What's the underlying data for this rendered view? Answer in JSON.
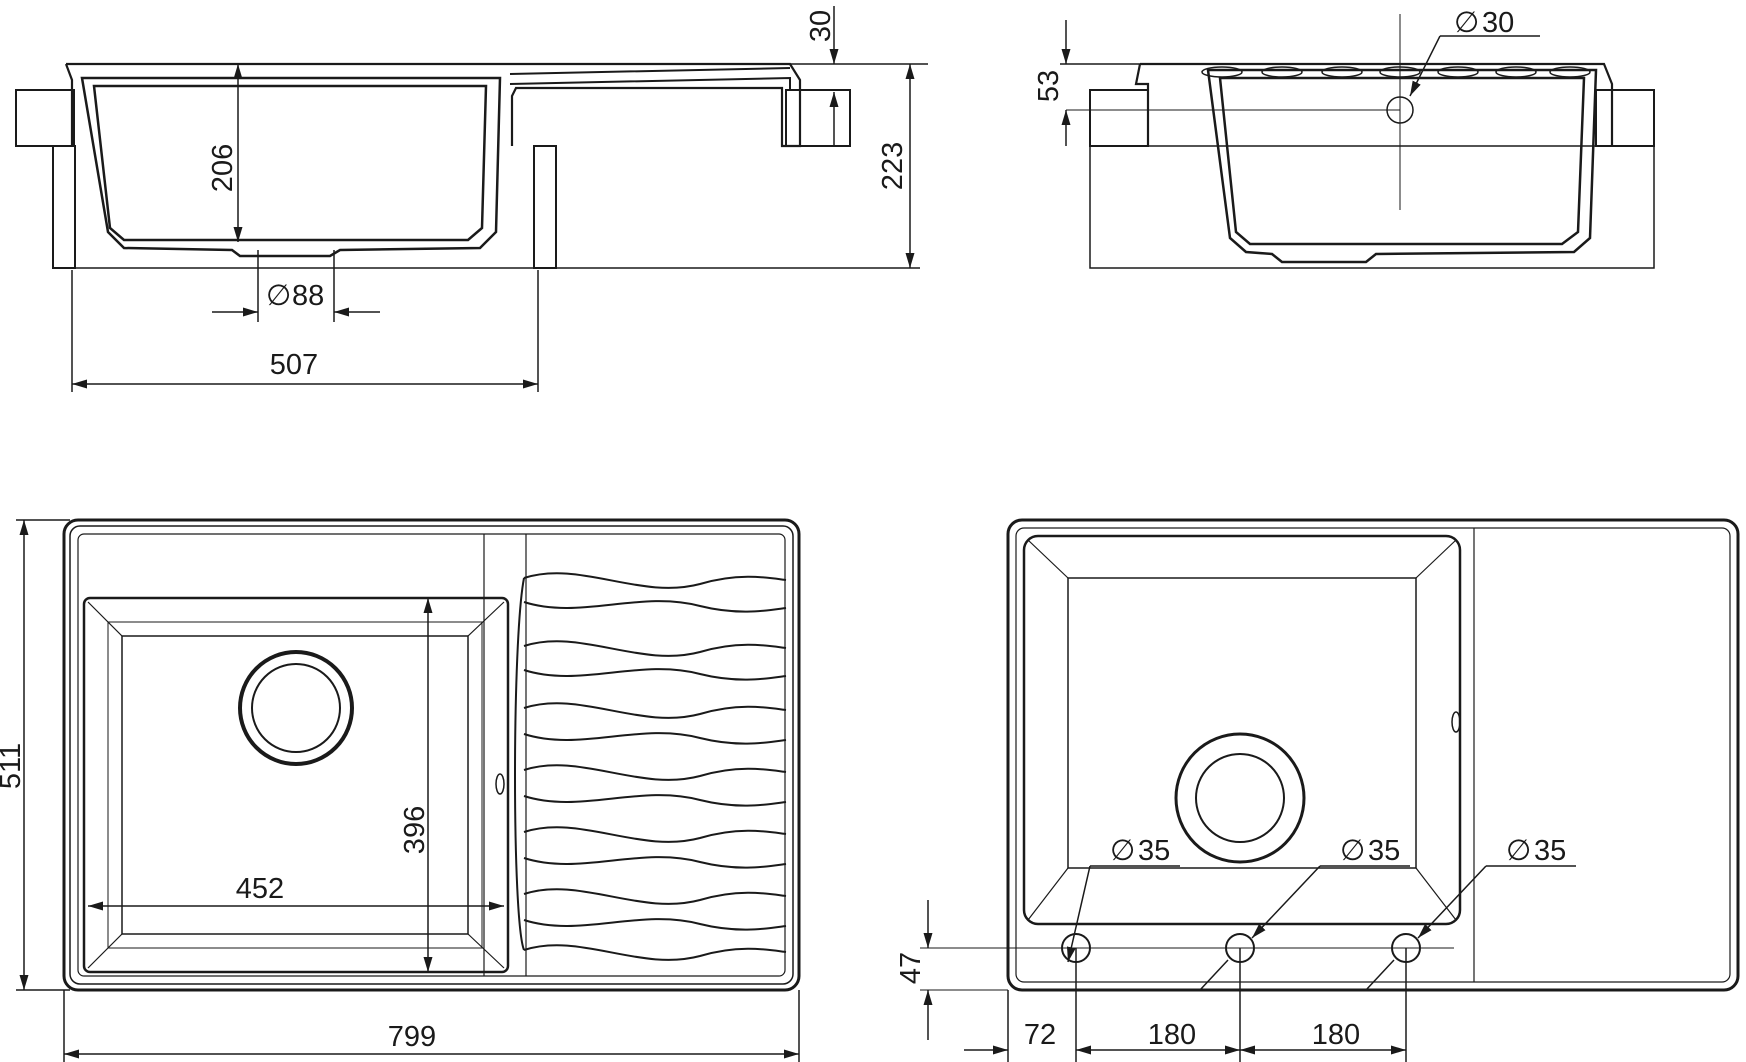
{
  "drawing": {
    "side_view": {
      "depth_label": "206",
      "drain_label": "88",
      "width_label": "507",
      "top_label": "30",
      "height_label": "223"
    },
    "end_view": {
      "hole_label": "30",
      "thickness_label": "53"
    },
    "top_view": {
      "height_label": "511",
      "bowl_height_label": "396",
      "bowl_width_label": "452",
      "width_label": "799"
    },
    "bottom_view": {
      "holes": [
        "35",
        "35",
        "35"
      ],
      "offset_label": "47",
      "x_labels": [
        "72",
        "180",
        "180"
      ]
    },
    "diameter_symbol": "∅"
  }
}
